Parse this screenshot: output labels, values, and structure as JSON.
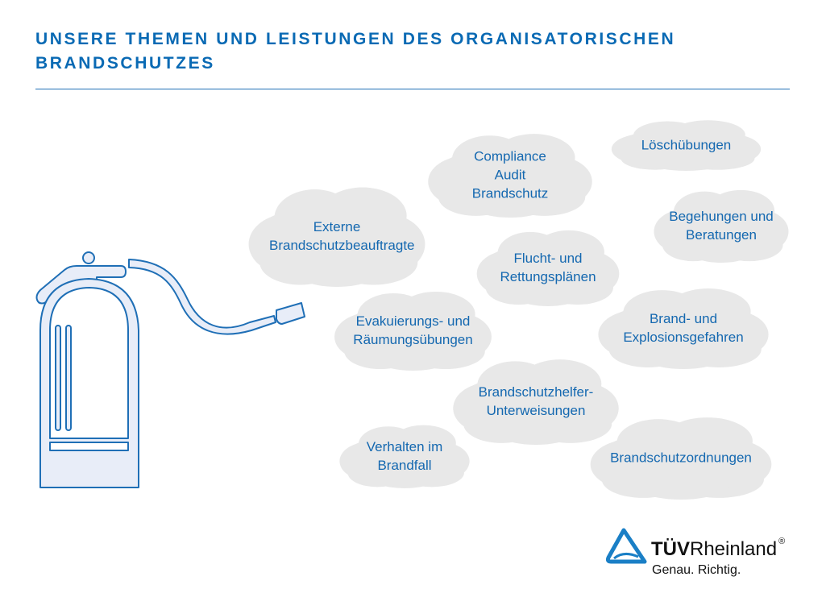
{
  "title": "UNSERE THEMEN UND LEISTUNGEN DES ORGANISATORISCHEN BRANDSCHUTZES",
  "clouds": [
    {
      "text": "Externe Brandschutzbeauftragte"
    },
    {
      "text": "Compliance Audit Brandschutz"
    },
    {
      "text": "Löschübungen"
    },
    {
      "text": "Begehungen und Beratungen"
    },
    {
      "text": "Flucht- und Rettungsplänen"
    },
    {
      "text": "Evakuierungs- und Räumungsübungen"
    },
    {
      "text": "Brand- und Explosionsgefahren"
    },
    {
      "text": "Brandschutzhelfer-Unterweisungen"
    },
    {
      "text": "Verhalten im Brandfall"
    },
    {
      "text": "Brandschutzordnungen"
    }
  ],
  "logo": {
    "brand_bold": "TÜV",
    "brand_regular": "Rheinland",
    "registered": "®",
    "slogan": "Genau. Richtig."
  },
  "colors": {
    "accent": "#0a6ab4",
    "cloud": "#e8e8e8",
    "extinguisher_fill": "#e8edf8"
  }
}
